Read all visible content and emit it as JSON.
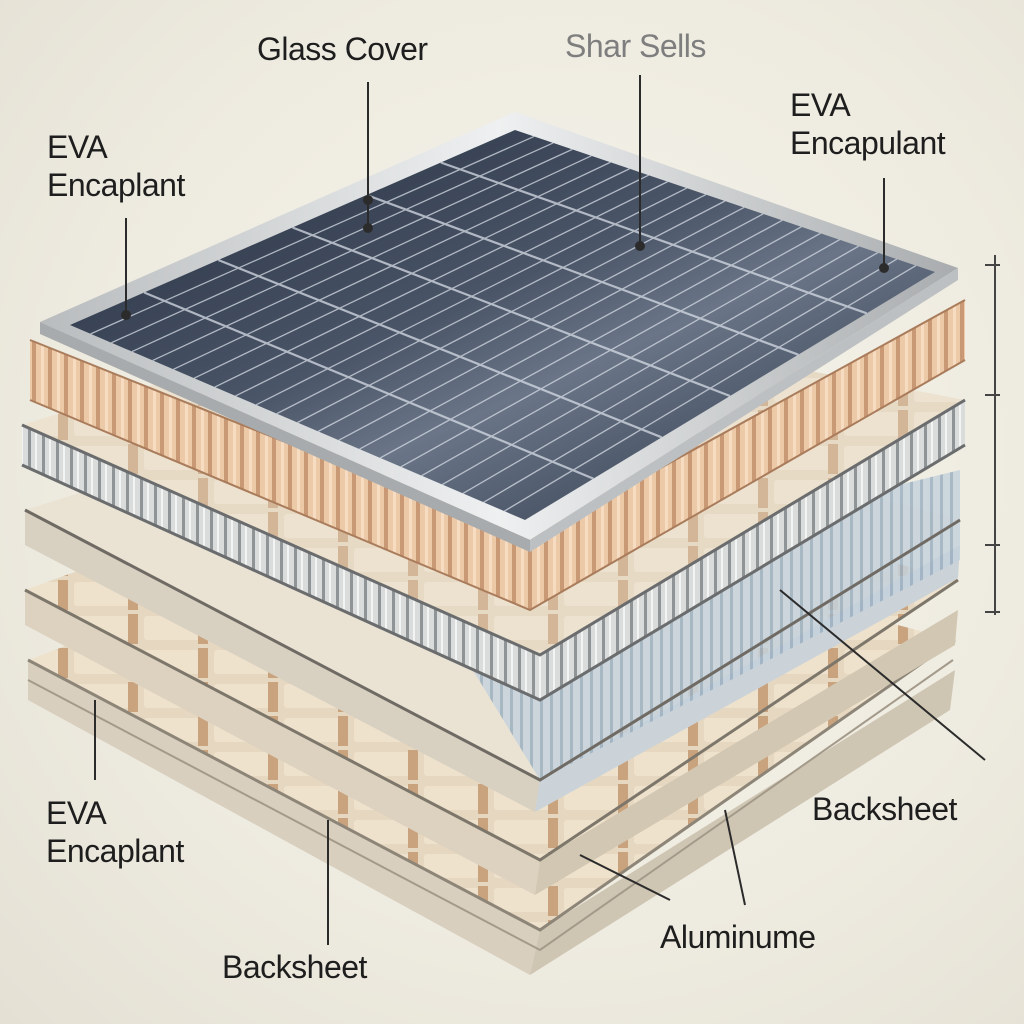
{
  "labels": {
    "glass_cover": "Glass Cover",
    "solar_cells": "Shar Sells",
    "eva_top_left": {
      "line1": "EVA",
      "line2": "Encaplant"
    },
    "eva_top_right": {
      "line1": "EVA",
      "line2": "Encapulant"
    },
    "eva_bottom_left": {
      "line1": "EVA",
      "line2": "Encaplant"
    },
    "backsheet_right": "Backsheet",
    "backsheet_bottom": "Backsheet",
    "aluminum": "Aluminume"
  },
  "colors": {
    "cell_dark": "#2a3445",
    "frame_silver": "#cfd2d4",
    "eva_peach": "#e9c3a2",
    "honeycomb_gray": "#bfc3c5",
    "backsheet_cream": "#e8dcc6",
    "line_dark": "#2b2b2b"
  }
}
